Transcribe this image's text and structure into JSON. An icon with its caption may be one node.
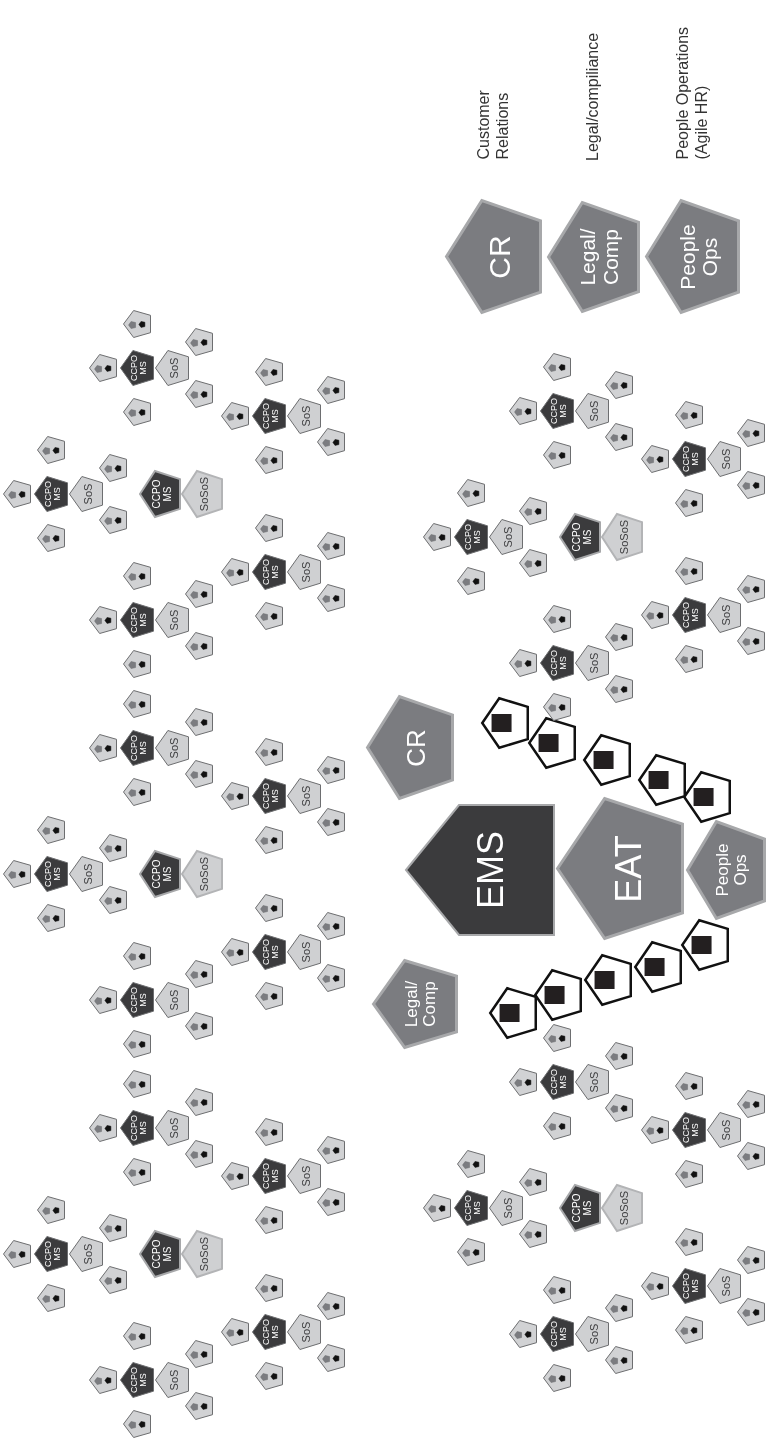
{
  "diagram": {
    "nodes": [
      {
        "text": [
          "CCPO MS"
        ]
      },
      {
        "text": [
          "SoSoS"
        ]
      },
      {
        "text": [
          "CCPO MS"
        ]
      },
      {
        "text": [
          "SoS"
        ]
      },
      {
        "text": [],
        "shape": "pentagon"
      },
      {
        "text": [],
        "shape": "pentagon"
      },
      {
        "text": [],
        "shape": "pentagon"
      },
      {
        "text": [],
        "shape": "pentagon"
      },
      {
        "text": [],
        "shape": "pentagon"
      },
      {
        "text": [
          "CCPO MS"
        ]
      },
      {
        "text": [
          "SoS"
        ]
      },
      {
        "text": [],
        "shape": "pentagon"
      },
      {
        "text": [],
        "shape": "pentagon"
      },
      {
        "text": [],
        "shape": "pentagon"
      },
      {
        "text": [],
        "shape": "pentagon"
      },
      {
        "text": [],
        "shape": "pentagon"
      },
      {
        "text": [
          "CCPO MS"
        ]
      },
      {
        "text": [
          "SoS"
        ]
      },
      {
        "text": [],
        "shape": "pentagon"
      },
      {
        "text": [],
        "shape": "pentagon"
      },
      {
        "text": [],
        "shape": "pentagon"
      },
      {
        "text": [],
        "shape": "pentagon"
      },
      {
        "text": [],
        "shape": "pentagon"
      },
      {
        "text": [
          "CCPO MS"
        ]
      },
      {
        "text": [
          "SoS"
        ]
      },
      {
        "text": [],
        "shape": "pentagon"
      },
      {
        "text": [],
        "shape": "pentagon"
      },
      {
        "text": [],
        "shape": "pentagon"
      },
      {
        "text": [],
        "shape": "pentagon"
      },
      {
        "text": [],
        "shape": "pentagon"
      },
      {
        "text": [
          "CCPO MS"
        ]
      },
      {
        "text": [
          "SoS"
        ]
      },
      {
        "text": [],
        "shape": "pentagon"
      },
      {
        "text": [],
        "shape": "pentagon"
      },
      {
        "text": [],
        "shape": "pentagon"
      },
      {
        "text": [],
        "shape": "pentagon"
      },
      {
        "text": [],
        "shape": "pentagon"
      },
      {
        "text": [
          "CCPO MS"
        ]
      },
      {
        "text": [
          "SoSoS"
        ]
      },
      {
        "text": [
          "CCPO MS"
        ]
      },
      {
        "text": [
          "SoS"
        ]
      },
      {
        "text": [],
        "shape": "pentagon"
      },
      {
        "text": [],
        "shape": "pentagon"
      },
      {
        "text": [],
        "shape": "pentagon"
      },
      {
        "text": [],
        "shape": "pentagon"
      },
      {
        "text": [],
        "shape": "pentagon"
      },
      {
        "text": [
          "CCPO MS"
        ]
      },
      {
        "text": [
          "SoS"
        ]
      },
      {
        "text": [],
        "shape": "pentagon"
      },
      {
        "text": [],
        "shape": "pentagon"
      },
      {
        "text": [],
        "shape": "pentagon"
      },
      {
        "text": [],
        "shape": "pentagon"
      },
      {
        "text": [],
        "shape": "pentagon"
      },
      {
        "text": [
          "CCPO MS"
        ]
      },
      {
        "text": [
          "SoS"
        ]
      },
      {
        "text": [],
        "shape": "pentagon"
      },
      {
        "text": [],
        "shape": "pentagon"
      },
      {
        "text": [],
        "shape": "pentagon"
      },
      {
        "text": [],
        "shape": "pentagon"
      },
      {
        "text": [],
        "shape": "pentagon"
      },
      {
        "text": [
          "CCPO MS"
        ]
      },
      {
        "text": [
          "SoS"
        ]
      },
      {
        "text": [],
        "shape": "pentagon"
      },
      {
        "text": [],
        "shape": "pentagon"
      },
      {
        "text": [],
        "shape": "pentagon"
      },
      {
        "text": [],
        "shape": "pentagon"
      },
      {
        "text": [],
        "shape": "pentagon"
      },
      {
        "text": [
          "CCPO MS"
        ]
      },
      {
        "text": [
          "SoS"
        ]
      },
      {
        "text": [],
        "shape": "pentagon"
      },
      {
        "text": [],
        "shape": "pentagon"
      },
      {
        "text": [],
        "shape": "pentagon"
      },
      {
        "text": [],
        "shape": "pentagon"
      },
      {
        "text": [],
        "shape": "pentagon"
      },
      {
        "text": [
          "CCPO MS"
        ]
      },
      {
        "text": [
          "SoSoS"
        ]
      },
      {
        "text": [
          "CCPO MS"
        ]
      },
      {
        "text": [
          "SoS"
        ]
      },
      {
        "text": [],
        "shape": "pentagon"
      },
      {
        "text": [],
        "shape": "pentagon"
      },
      {
        "text": [],
        "shape": "pentagon"
      },
      {
        "text": [],
        "shape": "pentagon"
      },
      {
        "text": [],
        "shape": "pentagon"
      },
      {
        "text": [
          "CCPO MS"
        ]
      },
      {
        "text": [
          "SoS"
        ]
      },
      {
        "text": [],
        "shape": "pentagon"
      },
      {
        "text": [],
        "shape": "pentagon"
      },
      {
        "text": [],
        "shape": "pentagon"
      },
      {
        "text": [],
        "shape": "pentagon"
      },
      {
        "text": [],
        "shape": "pentagon"
      },
      {
        "text": [
          "CCPO MS"
        ]
      },
      {
        "text": [
          "SoS"
        ]
      },
      {
        "text": [],
        "shape": "pentagon"
      },
      {
        "text": [],
        "shape": "pentagon"
      },
      {
        "text": [],
        "shape": "pentagon"
      },
      {
        "text": [],
        "shape": "pentagon"
      },
      {
        "text": [],
        "shape": "pentagon"
      },
      {
        "text": [
          "CCPO MS"
        ]
      },
      {
        "text": [
          "SoS"
        ]
      },
      {
        "text": [],
        "shape": "pentagon"
      },
      {
        "text": [],
        "shape": "pentagon"
      },
      {
        "text": [],
        "shape": "pentagon"
      },
      {
        "text": [],
        "shape": "pentagon"
      },
      {
        "text": [],
        "shape": "pentagon"
      },
      {
        "text": [
          "CCPO MS"
        ]
      },
      {
        "text": [
          "SoS"
        ]
      },
      {
        "text": [],
        "shape": "pentagon"
      },
      {
        "text": [],
        "shape": "pentagon"
      },
      {
        "text": [],
        "shape": "pentagon"
      },
      {
        "text": [],
        "shape": "pentagon"
      },
      {
        "text": [],
        "shape": "pentagon"
      },
      {
        "text": [
          "EMS"
        ]
      },
      {
        "text": [
          "EAT"
        ]
      },
      {
        "text": [
          "CR"
        ]
      },
      {
        "text": [
          "Legal/ Comp"
        ]
      },
      {
        "text": [
          "People Ops"
        ]
      },
      {
        "text": [],
        "shape": "pentagon"
      },
      {
        "text": [],
        "shape": "pentagon"
      },
      {
        "text": [],
        "shape": "pentagon"
      },
      {
        "text": [],
        "shape": "pentagon"
      },
      {
        "text": [],
        "shape": "pentagon"
      },
      {
        "text": [],
        "shape": "pentagon"
      },
      {
        "text": [],
        "shape": "pentagon"
      },
      {
        "text": [],
        "shape": "pentagon"
      },
      {
        "text": [],
        "shape": "pentagon"
      },
      {
        "text": [],
        "shape": "pentagon"
      },
      {
        "text": [
          "CCPO MS"
        ]
      },
      {
        "text": [
          "SoSoS"
        ]
      },
      {
        "text": [
          "CCPO MS"
        ]
      },
      {
        "text": [
          "SoS"
        ]
      },
      {
        "text": [],
        "shape": "pentagon"
      },
      {
        "text": [],
        "shape": "pentagon"
      },
      {
        "text": [],
        "shape": "pentagon"
      },
      {
        "text": [],
        "shape": "pentagon"
      },
      {
        "text": [],
        "shape": "pentagon"
      },
      {
        "text": [
          "CCPO MS"
        ]
      },
      {
        "text": [
          "SoS"
        ]
      },
      {
        "text": [],
        "shape": "pentagon"
      },
      {
        "text": [],
        "shape": "pentagon"
      },
      {
        "text": [],
        "shape": "pentagon"
      },
      {
        "text": [],
        "shape": "pentagon"
      },
      {
        "text": [],
        "shape": "pentagon"
      },
      {
        "text": [
          "CCPO MS"
        ]
      },
      {
        "text": [
          "SoS"
        ]
      },
      {
        "text": [],
        "shape": "pentagon"
      },
      {
        "text": [],
        "shape": "pentagon"
      },
      {
        "text": [],
        "shape": "pentagon"
      },
      {
        "text": [],
        "shape": "pentagon"
      },
      {
        "text": [],
        "shape": "pentagon"
      },
      {
        "text": [
          "CCPO MS"
        ]
      },
      {
        "text": [
          "SoS"
        ]
      },
      {
        "text": [],
        "shape": "pentagon"
      },
      {
        "text": [],
        "shape": "pentagon"
      },
      {
        "text": [],
        "shape": "pentagon"
      },
      {
        "text": [],
        "shape": "pentagon"
      },
      {
        "text": [],
        "shape": "pentagon"
      },
      {
        "text": [
          "CCPO MS"
        ]
      },
      {
        "text": [
          "SoS"
        ]
      },
      {
        "text": [],
        "shape": "pentagon"
      },
      {
        "text": [],
        "shape": "pentagon"
      },
      {
        "text": [],
        "shape": "pentagon"
      },
      {
        "text": [],
        "shape": "pentagon"
      },
      {
        "text": [],
        "shape": "pentagon"
      },
      {
        "text": [
          "CCPO MS"
        ]
      },
      {
        "text": [
          "SoSoS"
        ]
      },
      {
        "text": [
          "CCPO MS"
        ]
      },
      {
        "text": [
          "SoS"
        ]
      },
      {
        "text": [],
        "shape": "pentagon"
      },
      {
        "text": [],
        "shape": "pentagon"
      },
      {
        "text": [],
        "shape": "pentagon"
      },
      {
        "text": [],
        "shape": "pentagon"
      },
      {
        "text": [],
        "shape": "pentagon"
      },
      {
        "text": [
          "CCPO MS"
        ]
      },
      {
        "text": [
          "SoS"
        ]
      },
      {
        "text": [],
        "shape": "pentagon"
      },
      {
        "text": [],
        "shape": "pentagon"
      },
      {
        "text": [],
        "shape": "pentagon"
      },
      {
        "text": [],
        "shape": "pentagon"
      },
      {
        "text": [],
        "shape": "pentagon"
      },
      {
        "text": [
          "CCPO MS"
        ]
      },
      {
        "text": [
          "SoS"
        ]
      },
      {
        "text": [],
        "shape": "pentagon"
      },
      {
        "text": [],
        "shape": "pentagon"
      },
      {
        "text": [],
        "shape": "pentagon"
      },
      {
        "text": [],
        "shape": "pentagon"
      },
      {
        "text": [],
        "shape": "pentagon"
      },
      {
        "text": [
          "CCPO MS"
        ]
      },
      {
        "text": [
          "SoS"
        ]
      },
      {
        "text": [],
        "shape": "pentagon"
      },
      {
        "text": [],
        "shape": "pentagon"
      },
      {
        "text": [],
        "shape": "pentagon"
      },
      {
        "text": [],
        "shape": "pentagon"
      },
      {
        "text": [],
        "shape": "pentagon"
      },
      {
        "text": [
          "CCPO MS"
        ]
      },
      {
        "text": [
          "SoS"
        ]
      },
      {
        "text": [],
        "shape": "pentagon"
      },
      {
        "text": [],
        "shape": "pentagon"
      },
      {
        "text": [],
        "shape": "pentagon"
      },
      {
        "text": [],
        "shape": "pentagon"
      },
      {
        "text": [],
        "shape": "pentagon"
      },
      {
        "text": [
          "CR"
        ],
        "beside": [
          "Customer Relations"
        ]
      },
      {
        "text": [
          "Legal/ Comp"
        ],
        "beside": [
          "Legal/compiliance"
        ]
      },
      {
        "text": [
          "People Ops"
        ],
        "beside": [
          "People Operations (Agile HR)"
        ]
      }
    ]
  }
}
